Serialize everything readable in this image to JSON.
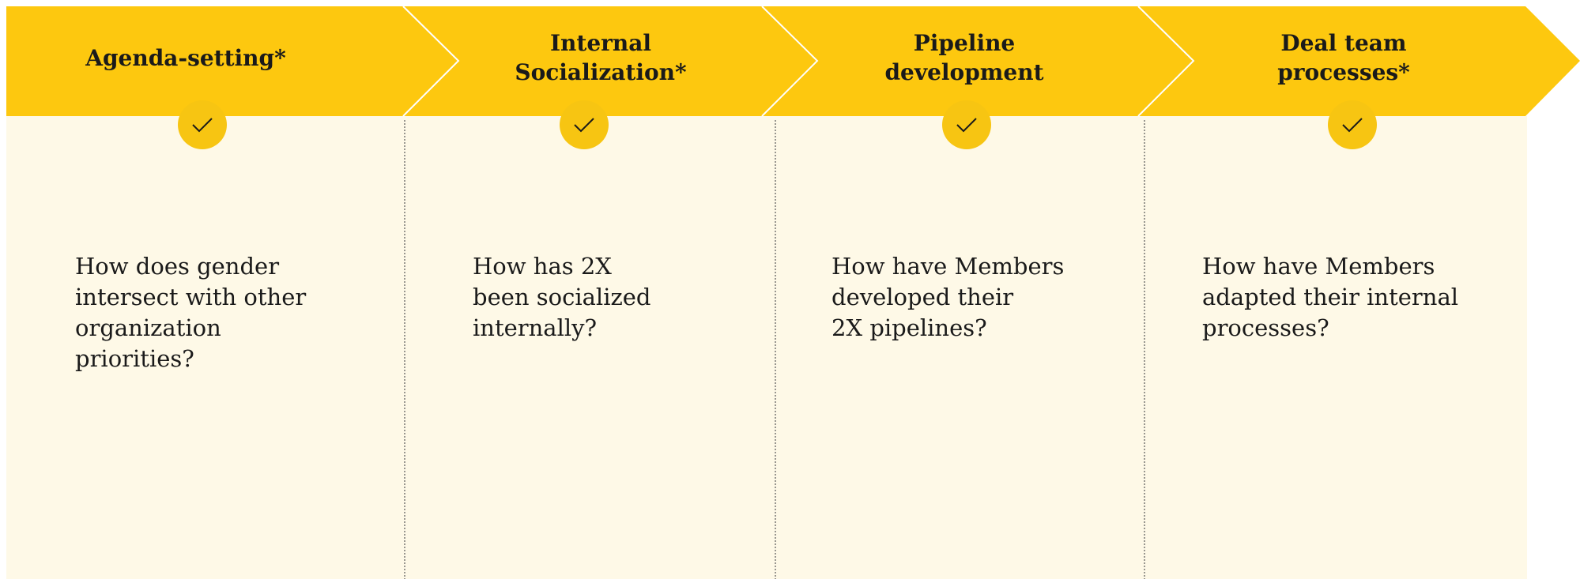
{
  "diagram": {
    "colors": {
      "banner": "#fdc80f",
      "panel": "#fef9e7",
      "divider": "#555555",
      "check_badge": "#f7c512",
      "chevron_line": "#ffffff"
    },
    "stages": [
      {
        "title": "Agenda-setting*",
        "question": "How does gender\nintersect with other\norganization\npriorities?",
        "icon": "check-icon"
      },
      {
        "title": "Internal\nSocialization*",
        "question": "How has 2X\nbeen socialized\ninternally?",
        "icon": "check-icon"
      },
      {
        "title": "Pipeline\ndevelopment",
        "question": "How have Members\ndeveloped their\n2X pipelines?",
        "icon": "check-icon"
      },
      {
        "title": "Deal team\nprocesses*",
        "question": "How have Members\nadapted their internal\nprocesses?",
        "icon": "check-icon"
      }
    ]
  }
}
